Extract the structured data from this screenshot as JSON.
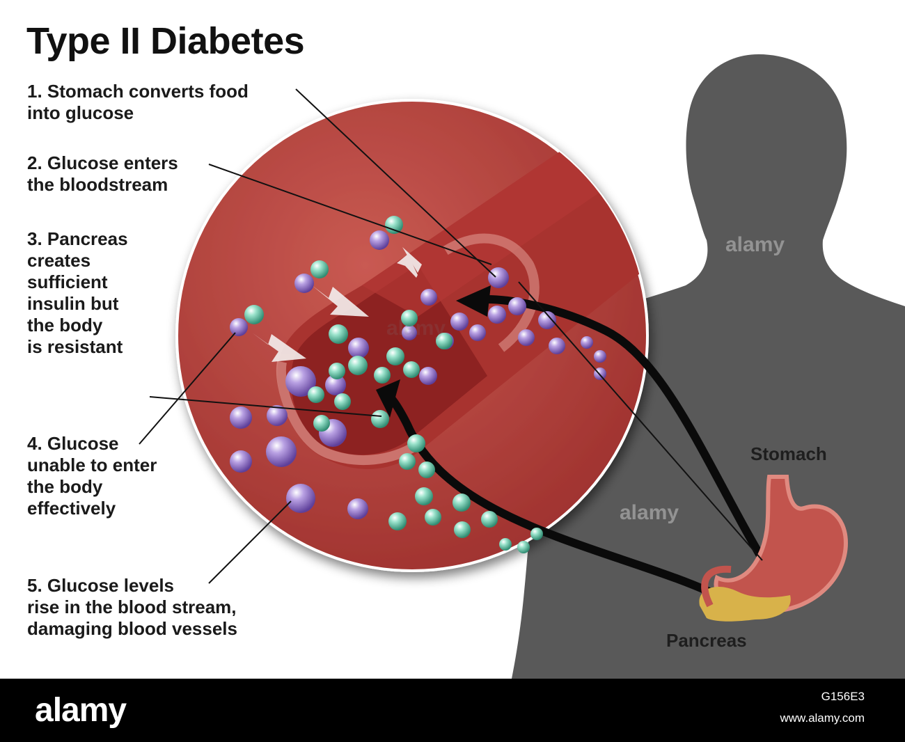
{
  "title": "Type II Diabetes",
  "steps": [
    {
      "line1": "1. Stomach converts food",
      "line2": "into glucose"
    },
    {
      "line1": "2. Glucose enters",
      "line2": "the bloodstream"
    },
    {
      "line1": "3. Pancreas",
      "line2": "creates",
      "line3": "sufficient",
      "line4": "insulin but",
      "line5": "the body",
      "line6": "is resistant"
    },
    {
      "line1": "4. Glucose",
      "line2": "unable to enter",
      "line3": "the body",
      "line4": "effectively"
    },
    {
      "line1": "5. Glucose levels",
      "line2": "rise in the blood stream,",
      "line3": "damaging blood vessels"
    }
  ],
  "organs": {
    "stomach": "Stomach",
    "pancreas": "Pancreas"
  },
  "watermark": "alamy",
  "footer": {
    "brand": "alamy",
    "image_id": "G156E3",
    "url": "www.alamy.com"
  },
  "colors": {
    "vessel_bg": "#c04c46",
    "vessel": "#9b2a27",
    "glucose": "#a78bd6",
    "insulin": "#7ed1b8",
    "silhouette": "#5a5a5a"
  },
  "icons": [
    "glucose-molecule-icon",
    "insulin-molecule-icon",
    "arrow-icon"
  ]
}
